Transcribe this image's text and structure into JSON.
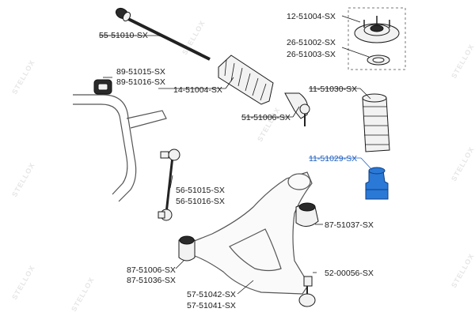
{
  "watermark": {
    "text": "STELLOX"
  },
  "accent_color": "#1e5fc0",
  "labels": {
    "tie_rod": "55-51010-SX",
    "bushing_a": "89-51015-SX",
    "bushing_b": "89-51016-SX",
    "boot": "14-51004-SX",
    "tie_rod_end": "51-51006-SX",
    "strut_mount": "12-51004-SX",
    "bearing_a": "26-51002-SX",
    "bearing_b": "26-51003-SX",
    "dust_cover": "11-51030-SX",
    "bump_stop": "11-51029-SX",
    "link_a": "56-51015-SX",
    "link_b": "56-51016-SX",
    "silent_block": "87-51037-SX",
    "arm_bush_a": "87-51006-SX",
    "arm_bush_b": "87-51036-SX",
    "ball_joint": "52-00056-SX",
    "control_arm_a": "57-51042-SX",
    "control_arm_b": "57-51041-SX"
  }
}
